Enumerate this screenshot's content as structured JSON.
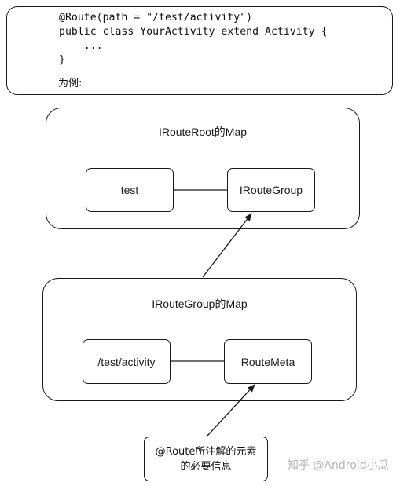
{
  "code": {
    "lines": [
      "@Route(path = \"/test/activity\")",
      "public class YourActivity extend Activity {",
      "    ...",
      "}"
    ],
    "caption": "为例:"
  },
  "root_map": {
    "title": "IRouteRoot的Map",
    "left_node": "test",
    "right_node": "IRouteGroup"
  },
  "group_map": {
    "title": "IRouteGroup的Map",
    "left_node": "/test/activity",
    "right_node": "RouteMeta"
  },
  "note": {
    "line1": "@Route所注解的元素",
    "line2": "的必要信息"
  },
  "watermark": "知乎 @Android小瓜"
}
